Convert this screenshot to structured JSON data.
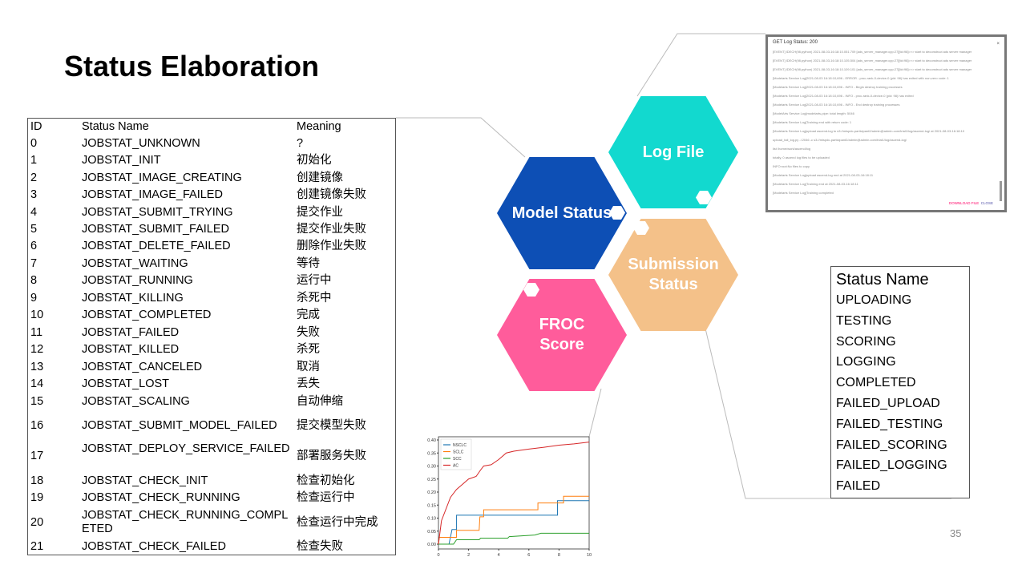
{
  "title": "Status Elaboration",
  "job_table": {
    "headers": [
      "ID",
      "Status Name",
      "Meaning"
    ],
    "rows": [
      [
        "0",
        "JOBSTAT_UNKNOWN",
        "?"
      ],
      [
        "1",
        "JOBSTAT_INIT",
        "初始化"
      ],
      [
        "2",
        "JOBSTAT_IMAGE_CREATING",
        "创建镜像"
      ],
      [
        "3",
        "JOBSTAT_IMAGE_FAILED",
        "创建镜像失败"
      ],
      [
        "4",
        "JOBSTAT_SUBMIT_TRYING",
        "提交作业"
      ],
      [
        "5",
        "JOBSTAT_SUBMIT_FAILED",
        "提交作业失败"
      ],
      [
        "6",
        "JOBSTAT_DELETE_FAILED",
        "删除作业失败"
      ],
      [
        "7",
        "JOBSTAT_WAITING",
        "等待"
      ],
      [
        "8",
        "JOBSTAT_RUNNING",
        "运行中"
      ],
      [
        "9",
        "JOBSTAT_KILLING",
        "杀死中"
      ],
      [
        "10",
        "JOBSTAT_COMPLETED",
        "完成"
      ],
      [
        "11",
        "JOBSTAT_FAILED",
        "失败"
      ],
      [
        "12",
        "JOBSTAT_KILLED",
        "杀死"
      ],
      [
        "13",
        "JOBSTAT_CANCELED",
        "取消"
      ],
      [
        "14",
        "JOBSTAT_LOST",
        "丢失"
      ],
      [
        "15",
        "JOBSTAT_SCALING",
        "自动伸缩"
      ],
      [
        "16",
        "JOBSTAT_SUBMIT_MODEL_FAILED",
        "提交模型失败"
      ],
      [
        "17",
        "JOBSTAT_DEPLOY_SERVICE_FAILED",
        "部署服务失败"
      ],
      [
        "18",
        "JOBSTAT_CHECK_INIT",
        "检查初始化"
      ],
      [
        "19",
        "JOBSTAT_CHECK_RUNNING",
        "检查运行中"
      ],
      [
        "20",
        "JOBSTAT_CHECK_RUNNING_COMPLETED",
        "检查运行中完成"
      ],
      [
        "21",
        "JOBSTAT_CHECK_FAILED",
        "检查失败"
      ]
    ]
  },
  "hexagons": {
    "model": {
      "label": "Model Status",
      "color": "#0D4FB5"
    },
    "log": {
      "label": "Log File",
      "color": "#12D9CF"
    },
    "submission": {
      "label": "Submission Status",
      "color": "#F4C189"
    },
    "froc": {
      "label": "FROC Score",
      "color": "#FF5C9B"
    }
  },
  "log_panel": {
    "header": "GET Log Status: 200",
    "lines": [
      "[EVENT] IDECH(98.python) 2021-08-03-16:18:10.051.709 [ads_server_manager.cpp:27][tid:98]>>> start to deconstruct ads server manager",
      "[EVENT] IDECH(98.python) 2021-08-03-16:18:10.105.504 [ads_server_manager.cpp:27][tid:98]>>> start to deconstruct ads server manager",
      "[EVENT] IDECH(98.python) 2021-08-03-16:18:10.109.101 [ads_server_manager.cpp:27][tid:98]>>> start to deconstruct ads server manager",
      "[Modelarts Service Log]2021-08-03 16:18:10,696 - ERROR - proc-rank-0-device-0 (pid: 98) has exited with non-zero code: 1",
      "[Modelarts Service Log]2021-08-03 16:18:10,696 - INFO - Begin destroy training processes",
      "[Modelarts Service Log]2021-08-03 16:18:10,696 - INFO - proc-rank-0-device-0 (pid: 98) has exited",
      "[Modelarts Service Log]2021-08-03 16:18:10,696 - INFO - End destroy training processes",
      "[ModelArts Service Log]modelarts-pipe: total length: 5046",
      "[Modelarts Service Log]Training end with return code: 1",
      "[Modelarts Service Log]upload ascend-log to s3://mispdc-participant2/admin@admin.com/trial1/log/ascend-log/ at 2021-08-03-16:18:10",
      "upload_tail_log.py -l 2046 -c s3://mispdc-participant2/admin@admin.com/trial1/log/ascend-log/",
      "list /home/work/ascend/log",
      "totally, 0 ascend log files to be uploaded",
      "INFO:root:No files to copy",
      "[Modelarts Service Log]upload ascend-log end at 2021-08-03-16:18:11",
      "[Modelarts Service Log]Training end at 2021-08-03-16:18:11",
      "[Modelarts Service Log]Training completed"
    ],
    "download": "DOWNLOAD FILE",
    "close": "CLOSE"
  },
  "submission_table": {
    "header": "Status Name",
    "items": [
      "UPLOADING",
      "TESTING",
      "SCORING",
      "LOGGING",
      "COMPLETED",
      "FAILED_UPLOAD",
      "FAILED_TESTING",
      "FAILED_SCORING",
      "FAILED_LOGGING",
      "FAILED"
    ]
  },
  "page_number": "35",
  "chart_data": {
    "type": "line",
    "xlim": [
      0,
      10
    ],
    "ylim": [
      0,
      0.4
    ],
    "xticks": [
      "0",
      "2",
      "4",
      "6",
      "8",
      "10"
    ],
    "yticks": [
      "0.00",
      "0.05",
      "0.10",
      "0.15",
      "0.20",
      "0.25",
      "0.30",
      "0.35",
      "0.40"
    ],
    "legend_position": "top-left",
    "series": [
      {
        "name": "NSCLC",
        "color": "#1f77b4",
        "x": [
          0,
          0.7,
          0.9,
          1.2,
          1.2,
          7.9,
          7.9,
          10
        ],
        "y": [
          0,
          0,
          0.056,
          0.056,
          0.111,
          0.111,
          0.167,
          0.167
        ]
      },
      {
        "name": "SCLC",
        "color": "#ff7f0e",
        "x": [
          0,
          0.05,
          1.2,
          1.2,
          2.7,
          2.75,
          3.0,
          3.0,
          6.6,
          6.6,
          8.3,
          8.3,
          10
        ],
        "y": [
          0,
          0.026,
          0.026,
          0.053,
          0.053,
          0.105,
          0.105,
          0.132,
          0.132,
          0.158,
          0.158,
          0.184,
          0.184
        ]
      },
      {
        "name": "SCC",
        "color": "#2ca02c",
        "x": [
          0,
          1.0,
          1.2,
          2.7,
          2.8,
          4.6,
          4.7,
          6.4,
          6.8,
          10
        ],
        "y": [
          0,
          0,
          0.017,
          0.017,
          0.023,
          0.023,
          0.029,
          0.035,
          0.042,
          0.042
        ]
      },
      {
        "name": "AC",
        "color": "#d62728",
        "x": [
          0,
          0.2,
          0.4,
          0.6,
          0.8,
          1.2,
          1.6,
          2.0,
          2.5,
          2.8,
          3.0,
          3.5,
          4.0,
          4.5,
          5.0,
          6.0,
          7.0,
          8.0,
          9.0,
          10
        ],
        "y": [
          0,
          0.09,
          0.12,
          0.15,
          0.18,
          0.21,
          0.23,
          0.25,
          0.26,
          0.285,
          0.3,
          0.305,
          0.325,
          0.35,
          0.357,
          0.365,
          0.372,
          0.38,
          0.385,
          0.392
        ]
      }
    ]
  }
}
